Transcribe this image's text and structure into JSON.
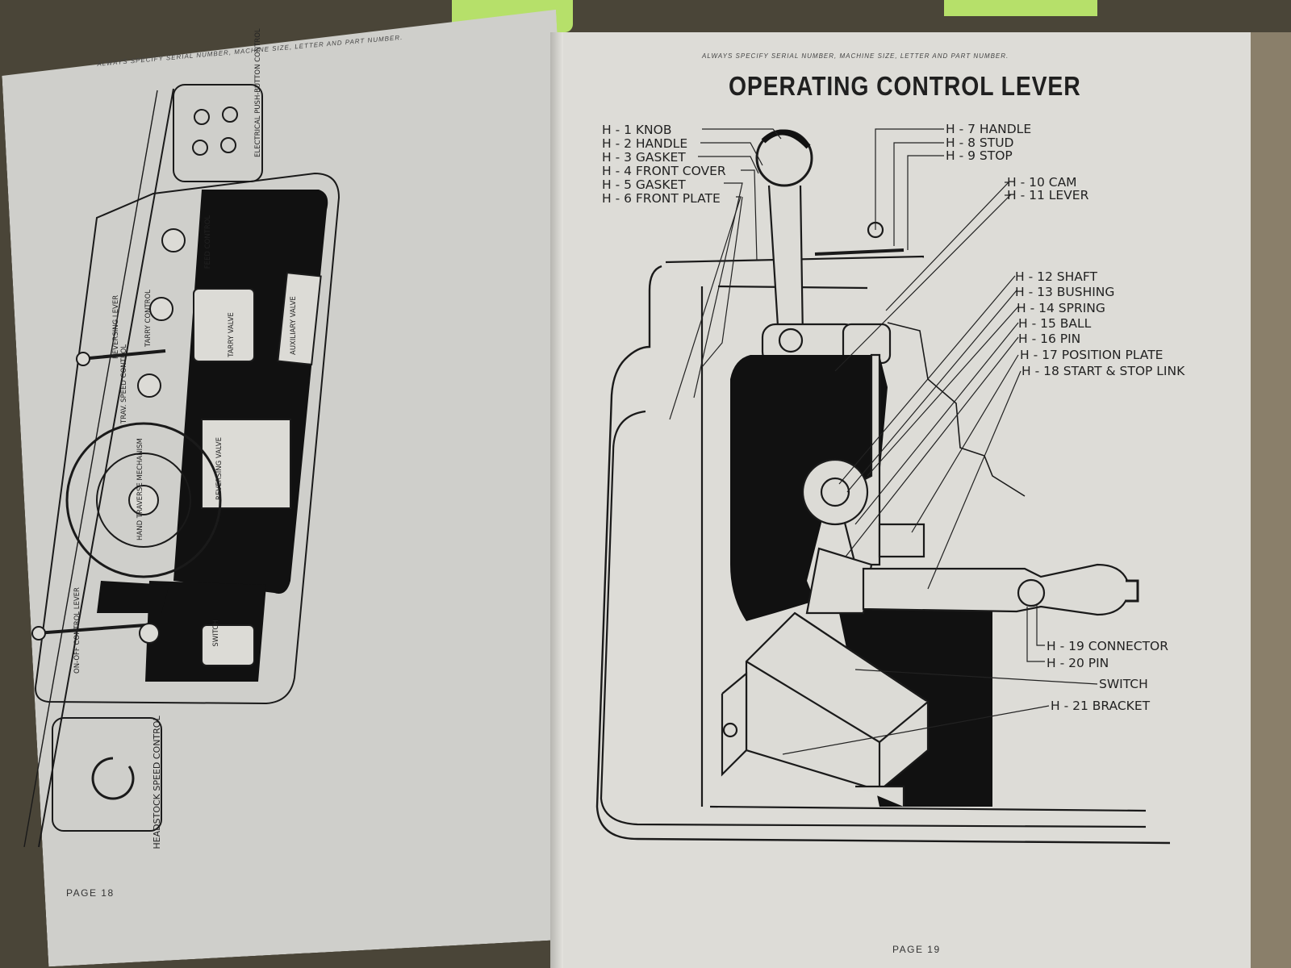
{
  "colors": {
    "background": "#4a4538",
    "paper": "#dcdbd6",
    "ink": "#1f1f1f",
    "accent_green": "#b6e06a"
  },
  "left_page": {
    "header": "ALWAYS SPECIFY SERIAL NUMBER, MACHINE SIZE, LETTER AND PART NUMBER.",
    "page_number": "PAGE 18",
    "labels": {
      "electrical": "ELECTRICAL PUSH-BUTTON CONTROL",
      "feed": "FEED CONTROL",
      "tarry_control": "TARRY CONTROL",
      "reversing_lever": "REVERSING LEVER",
      "tarry_valve": "TARRY VALVE",
      "auxiliary": "AUXILIARY VALVE",
      "trav_speed": "TRAV. SPEED CONTROL",
      "hand_traverse": "HAND TRAVERSE MECHANISM",
      "reversing_valve": "REVERSING VALVE",
      "switch": "SWITCH",
      "on_off": "ON-OFF CONTROL LEVER",
      "headstock": "HEADSTOCK SPEED CONTROL"
    }
  },
  "right_page": {
    "header": "ALWAYS SPECIFY SERIAL NUMBER, MACHINE SIZE, LETTER AND PART NUMBER.",
    "title": "OPERATING CONTROL LEVER",
    "page_number": "PAGE 19",
    "parts_left": [
      "H - 1 KNOB",
      "H - 2 HANDLE",
      "H - 3 GASKET",
      "H - 4 FRONT COVER",
      "H - 5 GASKET",
      "H - 6 FRONT PLATE"
    ],
    "parts_top_right": [
      "H - 7 HANDLE",
      "H - 8 STUD",
      "H - 9 STOP"
    ],
    "parts_cam": [
      "H - 10 CAM",
      "H - 11 LEVER"
    ],
    "parts_mid": [
      "H - 12 SHAFT",
      "H - 13 BUSHING",
      "H - 14 SPRING",
      "H - 15 BALL",
      "H - 16 PIN",
      "H - 17 POSITION PLATE",
      "H - 18 START & STOP LINK"
    ],
    "parts_bottom": [
      "H - 19 CONNECTOR",
      "H - 20 PIN",
      "SWITCH",
      "H - 21 BRACKET"
    ]
  }
}
